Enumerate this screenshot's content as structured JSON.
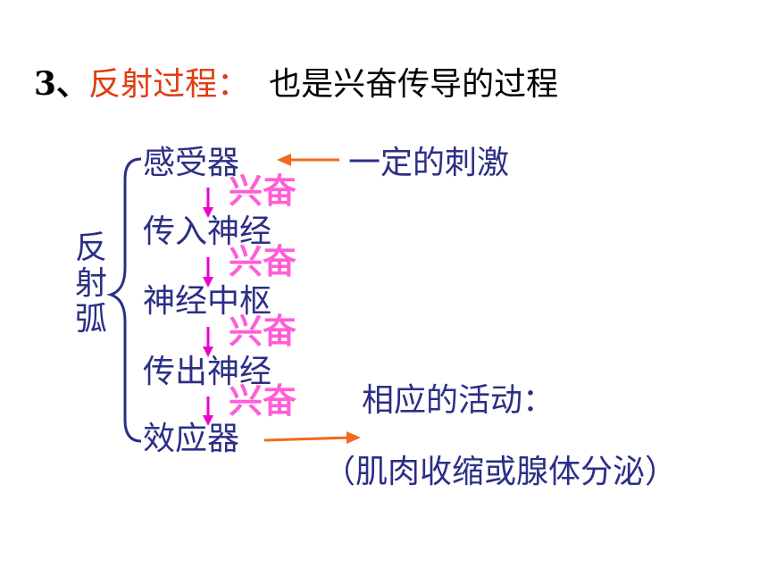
{
  "heading": {
    "number": "3、",
    "label": "反射过程：",
    "description": "也是兴奋传导的过程"
  },
  "side_label": "反射弧",
  "stages": [
    "感受器",
    "传入神经",
    "神经中枢",
    "传出神经",
    "效应器"
  ],
  "excite_label": "兴奋",
  "stimulus": "一定的刺激",
  "response": {
    "title": "相应的活动：",
    "detail": "（肌肉收缩或腺体分泌）"
  },
  "colors": {
    "stage_text": "#2b2f86",
    "heading_label": "#e03c10",
    "excite": "#ff5ed6",
    "down_arrow": "#ee00cc",
    "side_arrow": "#f26a1b"
  }
}
